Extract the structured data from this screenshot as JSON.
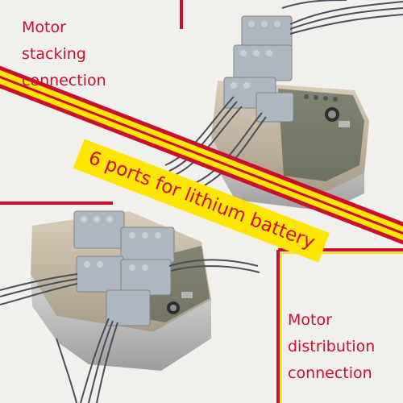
{
  "captions": {
    "top_left": [
      "Motor",
      "stacking",
      "connection"
    ],
    "bottom_right": [
      "Motor",
      "distribution",
      "connection"
    ]
  },
  "banner": {
    "text": "6 ports for lithium battery"
  },
  "colors": {
    "stripe_red": "#c8102e",
    "stripe_yellow": "#ffe600",
    "caption_text": "#c8102e",
    "background": "#f2f0ed"
  },
  "photos": {
    "top_right": "battery box with stacked motor plugs",
    "bottom_left": "battery box with distributed motor plugs"
  }
}
